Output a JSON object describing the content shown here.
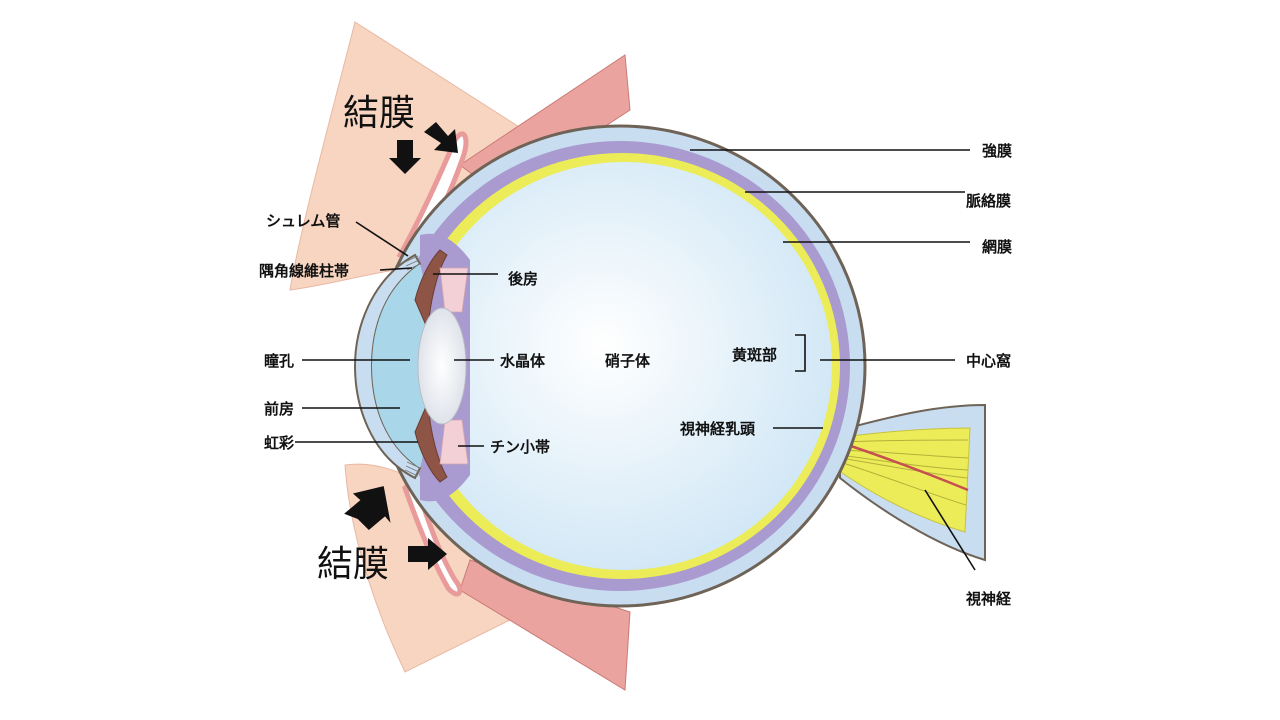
{
  "labels": {
    "conjunctiva_top": "結膜",
    "conjunctiva_bottom": "結膜",
    "schlemm_canal": "シュレム管",
    "trabecular_meshwork": "隅角線維柱帯",
    "pupil": "瞳孔",
    "anterior_chamber": "前房",
    "iris": "虹彩",
    "posterior_chamber": "後房",
    "lens": "水晶体",
    "zonule": "チン小帯",
    "vitreous": "硝子体",
    "macula": "黄斑部",
    "optic_disc": "視神経乳頭",
    "sclera": "強膜",
    "choroid": "脈絡膜",
    "retina": "網膜",
    "fovea": "中心窩",
    "optic_nerve": "視神経"
  },
  "colors": {
    "skin": "#f8d5c0",
    "muscle": "#eba39f",
    "sclera": "#c9ddf0",
    "choroid": "#a99ad0",
    "retina": "#ecec59",
    "vitreous": "#dcedf8",
    "cornea": "#a9d6e9",
    "iris": "#8e5546",
    "arrow": "#111111"
  }
}
